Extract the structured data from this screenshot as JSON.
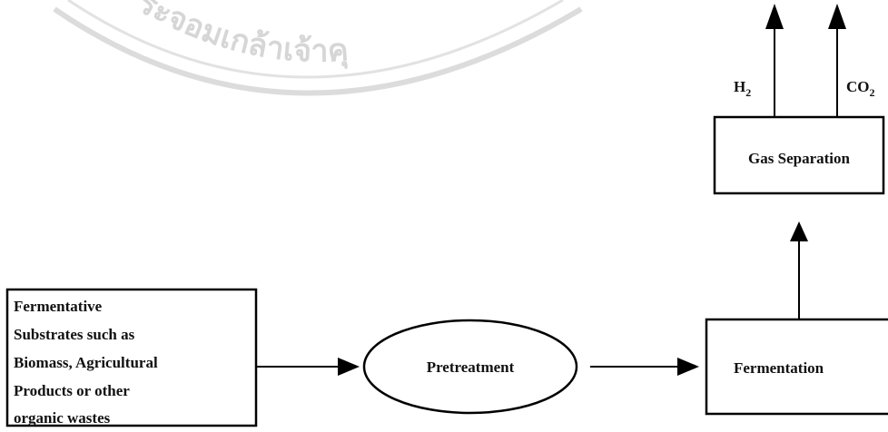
{
  "watermark": {
    "text": "ระจอมเกล้าเจ้าคุ"
  },
  "nodes": {
    "substrates": {
      "lines": [
        "Fermentative",
        "Substrates such as",
        "Biomass, Agricultural",
        "Products or other",
        "organic wastes"
      ]
    },
    "pretreatment": {
      "label": "Pretreatment"
    },
    "fermentation": {
      "label": "Fermentation"
    },
    "gas_separation": {
      "label": "Gas Separation"
    }
  },
  "outputs": {
    "h2": {
      "main": "H",
      "sub": "2"
    },
    "co2": {
      "main": "CO",
      "sub": "2"
    }
  },
  "colors": {
    "stroke": "#000000",
    "watermark": "#d6d6d6"
  }
}
